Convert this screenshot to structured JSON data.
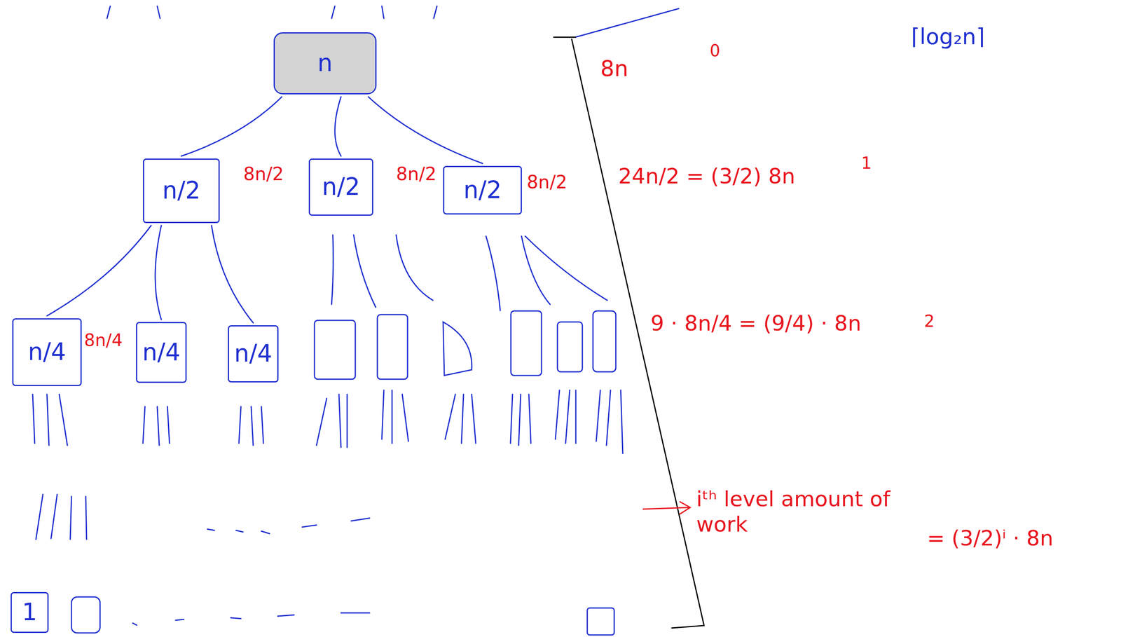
{
  "diagram": {
    "nodes": [
      {
        "text": [
          "n"
        ]
      },
      {
        "text": [
          "n/2"
        ]
      },
      {
        "text": [
          "n/2"
        ]
      },
      {
        "text": [
          "n/2"
        ]
      },
      {
        "text": [
          "n/4"
        ]
      },
      {
        "text": [
          "n/4"
        ]
      },
      {
        "text": [
          "n/4"
        ]
      },
      {
        "text": [
          "1"
        ]
      }
    ],
    "edges": [
      {
        "from": 0,
        "to": 1,
        "arrow": "none"
      },
      {
        "from": 0,
        "to": 2,
        "arrow": "none"
      },
      {
        "from": 0,
        "to": 3,
        "arrow": "none"
      },
      {
        "from": 1,
        "to": 4,
        "arrow": "none"
      },
      {
        "from": 1,
        "to": 5,
        "arrow": "none"
      },
      {
        "from": 1,
        "to": 6,
        "arrow": "none"
      }
    ],
    "labels": [
      "⌈log₂n⌉",
      "8n",
      "0",
      "8n/2",
      "8n/2",
      "8n/2",
      "24n/2 = (3/2) 8n",
      "1",
      "8n/4",
      "9 · 8n/4 = (9/4) · 8n",
      "2",
      "iᵗʰ level amount of work",
      "= (3/2)ⁱ · 8n"
    ]
  }
}
